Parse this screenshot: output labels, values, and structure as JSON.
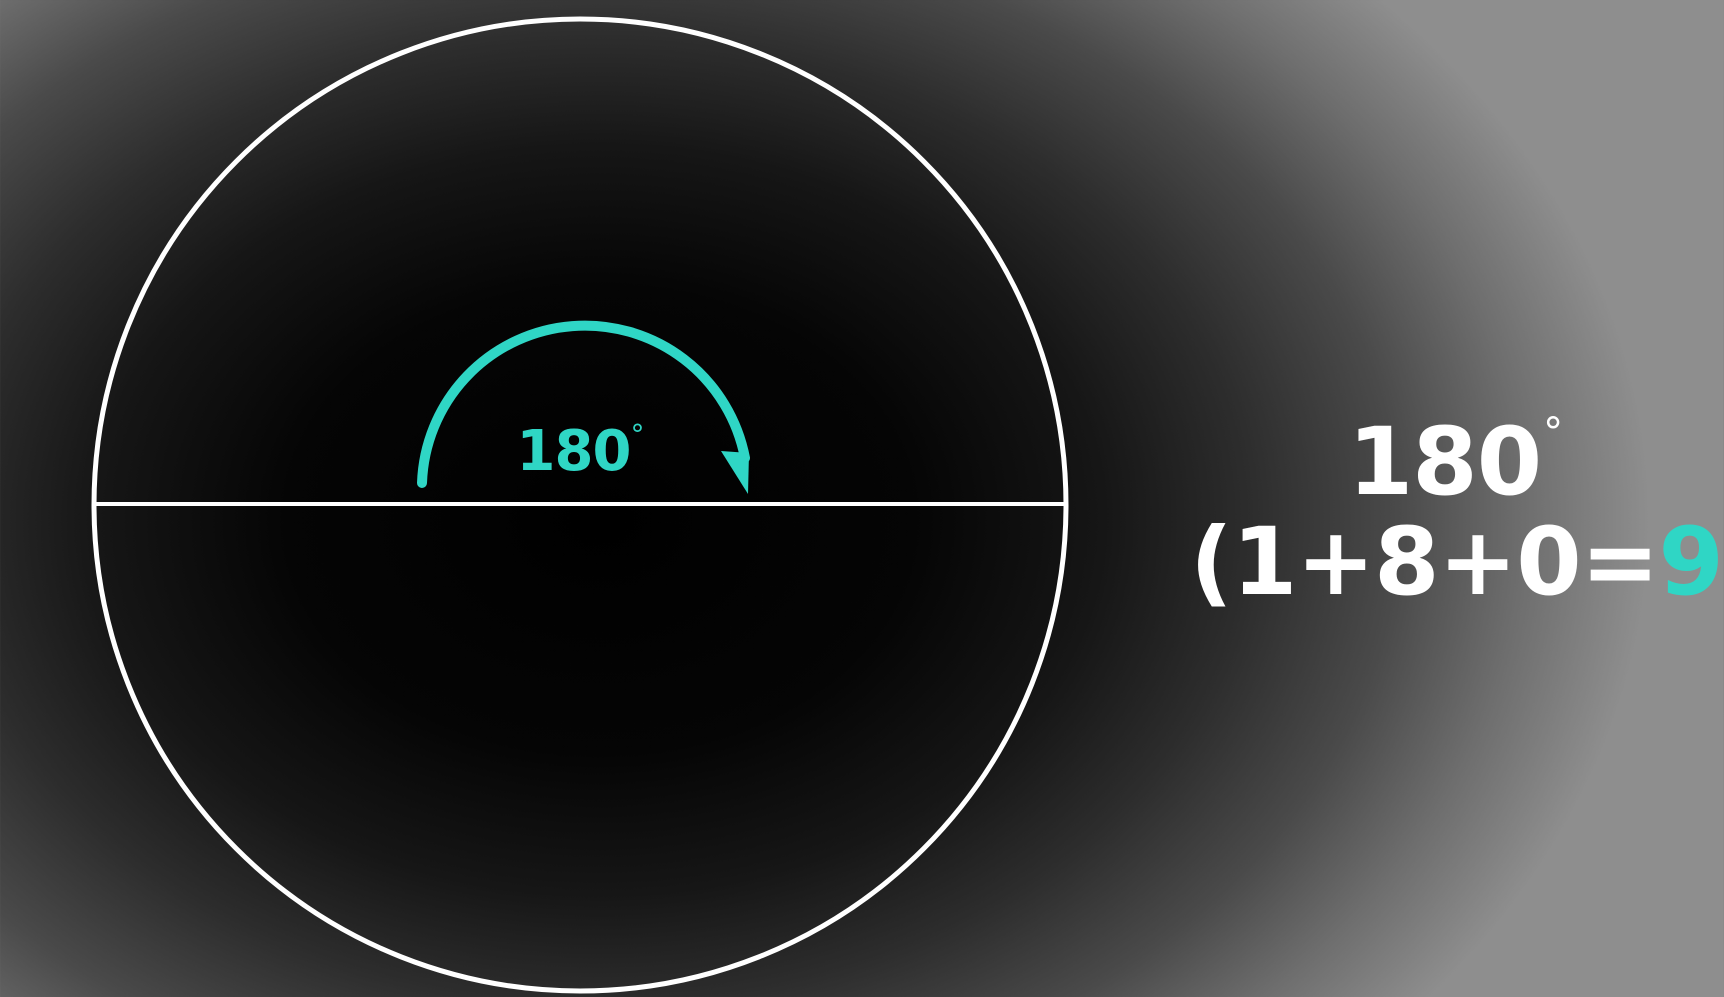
{
  "colors": {
    "accent": "#2fd6c5",
    "line": "#ffffff"
  },
  "diagram": {
    "arc_label": {
      "number": "180",
      "degree_symbol": "°"
    },
    "angle_degrees": 180
  },
  "side_text": {
    "angle": {
      "number": "180",
      "degree_symbol": "°"
    },
    "equation": {
      "open": "(",
      "expression": "1+8+0=",
      "result": "9",
      "close": ")"
    }
  }
}
